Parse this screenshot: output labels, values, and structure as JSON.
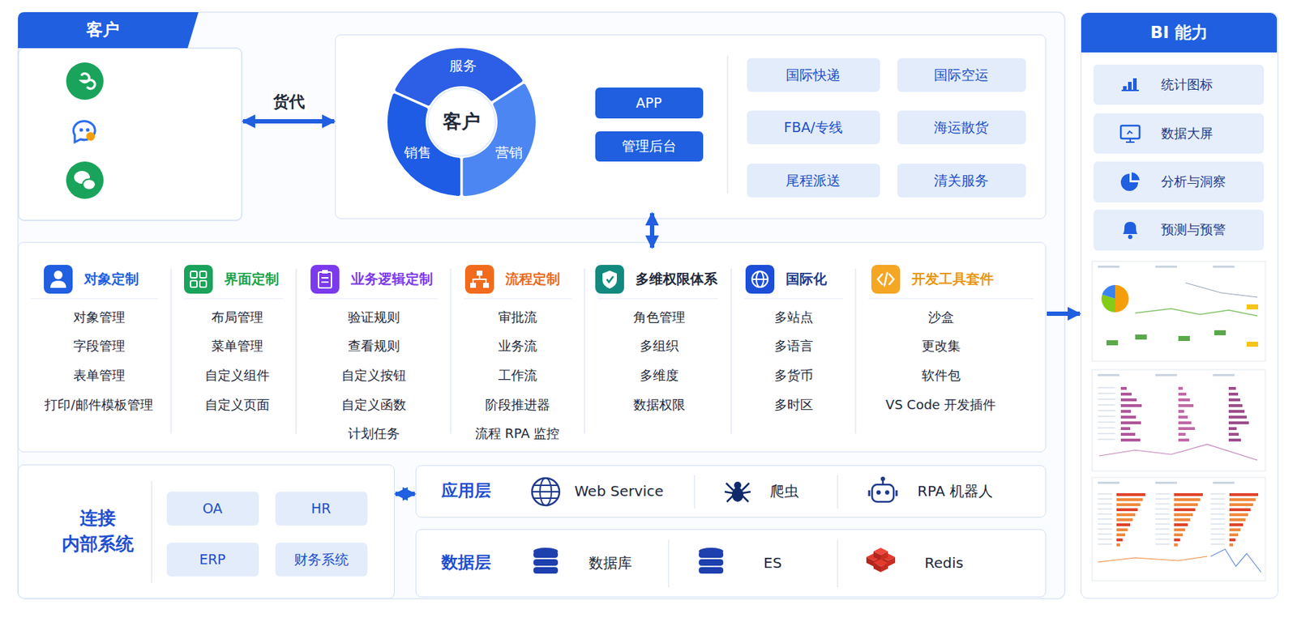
{
  "diagram": {
    "nodes": [
      {
        "text": [
          "客户"
        ]
      },
      {
        "text": [
          "网站"
        ],
        "in": 0
      },
      {
        "text": [
          "公众号"
        ],
        "in": 0
      },
      {
        "text": [
          "客户端"
        ],
        "in": 0
      },
      {
        "text": []
      },
      {
        "text": [
          "服务",
          "客户",
          "销售",
          "营销"
        ],
        "in": 4
      },
      {
        "text": [
          "APP"
        ],
        "in": 4
      },
      {
        "text": [
          "管理后台"
        ],
        "in": 4
      },
      {
        "text": [
          "国际快递"
        ],
        "in": 4
      },
      {
        "text": [
          "国际空运"
        ],
        "in": 4
      },
      {
        "text": [
          "FBA/专线"
        ],
        "in": 4
      },
      {
        "text": [
          "海运散货"
        ],
        "in": 4
      },
      {
        "text": [
          "尾程派送"
        ],
        "in": 4
      },
      {
        "text": [
          "清关服务"
        ],
        "in": 4
      },
      {
        "text": [
          "BI 能力"
        ]
      },
      {
        "text": [
          "统计图标"
        ],
        "in": 14
      },
      {
        "text": [
          "数据大屏"
        ],
        "in": 14
      },
      {
        "text": [
          "分析与洞察"
        ],
        "in": 14
      },
      {
        "text": [
          "预测与预警"
        ],
        "in": 14
      },
      {
        "text": [
          "对象定制",
          "对象管理",
          "字段管理",
          "表单管理",
          "打印/邮件模板管理",
          "界面定制",
          "布局管理",
          "菜单管理",
          "自定义组件",
          "自定义页面",
          "业务逻辑定制",
          "验证规则",
          "查看规则",
          "自定义按钮",
          "自定义函数",
          "计划任务",
          "流程定制",
          "审批流",
          "业务流",
          "工作流",
          "阶段推进器",
          "流程 RPA 监控",
          "多维权限体系",
          "角色管理",
          "多组织",
          "多维度",
          "数据权限",
          "国际化",
          "多站点",
          "多语言",
          "多货币",
          "多时区",
          "开发工具套件",
          "沙盒",
          "更改集",
          "软件包",
          "VS Code 开发插件"
        ]
      },
      {
        "text": [
          "连接 内部系统"
        ]
      },
      {
        "text": [
          "OA"
        ],
        "in": 20
      },
      {
        "text": [
          "HR"
        ],
        "in": 20
      },
      {
        "text": [
          "ERP"
        ],
        "in": 20
      },
      {
        "text": [
          "财务系统"
        ],
        "in": 20
      },
      {
        "text": [
          "应用层",
          "Web Service",
          "爬虫",
          "RPA 机器人"
        ]
      },
      {
        "text": [
          "数据层",
          "数据库",
          "ES",
          "Redis"
        ]
      }
    ],
    "edges": [
      {
        "from": 0,
        "to": 4,
        "label": "货代",
        "arrow": "both"
      },
      {
        "from": 4,
        "to": 19,
        "arrow": "both"
      },
      {
        "from": 19,
        "to": 14,
        "arrow": "to"
      },
      {
        "from": 20,
        "to": 25,
        "arrow": "both"
      }
    ]
  }
}
